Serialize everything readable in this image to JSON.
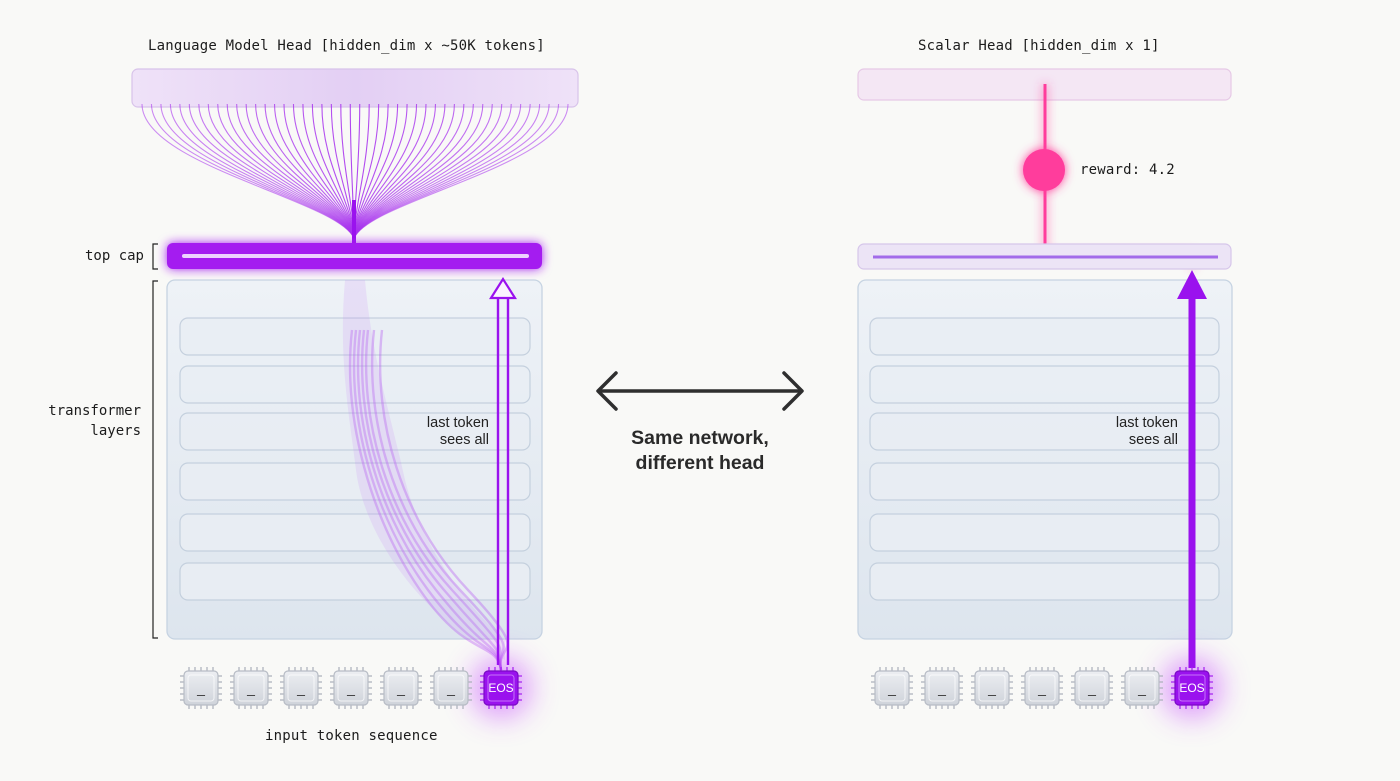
{
  "left_panel": {
    "title": "Language Model Head [hidden_dim x ~50K tokens]",
    "cap_label": "top cap",
    "layers_label_line1": "transformer",
    "layers_label_line2": "layers",
    "note_line1": "last token",
    "note_line2": "sees all",
    "footer_label": "input token sequence",
    "tokens": [
      "_",
      "_",
      "_",
      "_",
      "_",
      "_",
      "EOS"
    ]
  },
  "right_panel": {
    "title": "Scalar Head [hidden_dim x 1]",
    "reward_label": "reward: 4.2",
    "note_line1": "last token",
    "note_line2": "sees all",
    "tokens": [
      "_",
      "_",
      "_",
      "_",
      "_",
      "_",
      "EOS"
    ]
  },
  "center": {
    "caption_line1": "Same network,",
    "caption_line2": "different head"
  },
  "colors": {
    "purple": "#a41ff0",
    "purple_dark": "#8a10d8",
    "pink": "#ff3c9c",
    "layer_fill": "#e6ecf3",
    "arrow": "#333333"
  },
  "icons": {
    "double_arrow": "double-headed-arrow-icon",
    "token_chip": "chip-icon",
    "up_arrow": "up-arrow-icon"
  }
}
